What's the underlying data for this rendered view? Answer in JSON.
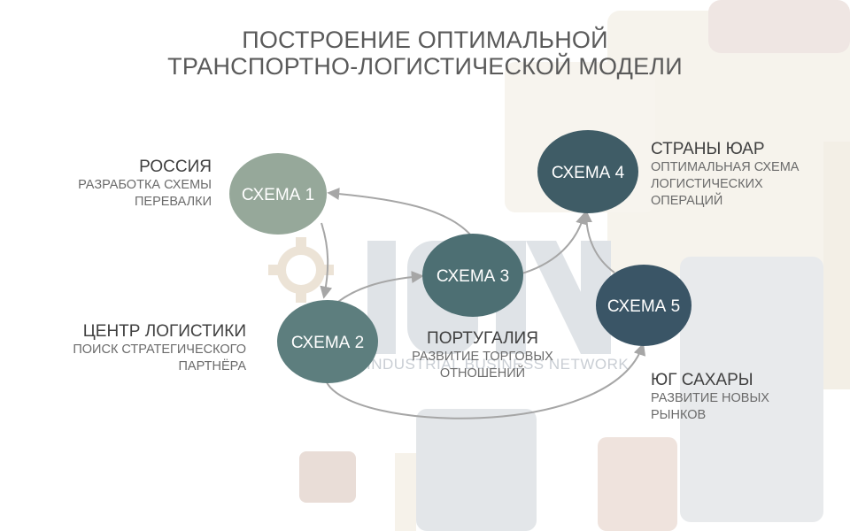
{
  "title": {
    "line1": "ПОСТРОЕНИЕ ОПТИМАЛЬНОЙ",
    "line2": "ТРАНСПОРТНО-ЛОГИСТИЧЕСКОЙ МОДЕЛИ"
  },
  "nodes": [
    {
      "id": "s1",
      "label": "СХЕМА 1",
      "color": "#96a89a"
    },
    {
      "id": "s2",
      "label": "СХЕМА 2",
      "color": "#5d7e7e"
    },
    {
      "id": "s3",
      "label": "СХЕМА 3",
      "color": "#4d6f73"
    },
    {
      "id": "s4",
      "label": "СХЕМА 4",
      "color": "#3f5c66"
    },
    {
      "id": "s5",
      "label": "СХЕМА 5",
      "color": "#3a5566"
    }
  ],
  "edges": [
    {
      "from": "s3",
      "to": "s1"
    },
    {
      "from": "s1",
      "to": "s2"
    },
    {
      "from": "s2",
      "to": "s3"
    },
    {
      "from": "s3",
      "to": "s4"
    },
    {
      "from": "s5",
      "to": "s4"
    },
    {
      "from": "s2",
      "to": "s5"
    }
  ],
  "labels": {
    "russia": {
      "head": "РОССИЯ",
      "sub": [
        "РАЗРАБОТКА СХЕМЫ",
        "ПЕРЕВАЛКИ"
      ]
    },
    "center": {
      "head": "ЦЕНТР ЛОГИСТИКИ",
      "sub": [
        "ПОИСК СТРАТЕГИЧЕСКОГО",
        "ПАРТНЁРА"
      ]
    },
    "portugal": {
      "head": "ПОРТУГАЛИЯ",
      "sub": [
        "РАЗВИТИЕ ТОРГОВЫХ",
        "ОТНОШЕНИЙ"
      ]
    },
    "sar": {
      "head": "СТРАНЫ ЮАР",
      "sub": [
        "ОПТИМАЛЬНАЯ СХЕМА",
        "ЛОГИСТИЧЕСКИХ",
        "ОПЕРАЦИЙ"
      ]
    },
    "sahara": {
      "head": "ЮГ САХАРЫ",
      "sub": [
        "РАЗВИТИЕ НОВЫХ",
        "РЫНКОВ"
      ]
    }
  },
  "watermark": {
    "logo": "IBN",
    "text": "INDUSTRIAL BUSINESS NETWORK"
  },
  "colors": {
    "arrow": "#a6a6a6",
    "title": "#5a5a5a"
  }
}
